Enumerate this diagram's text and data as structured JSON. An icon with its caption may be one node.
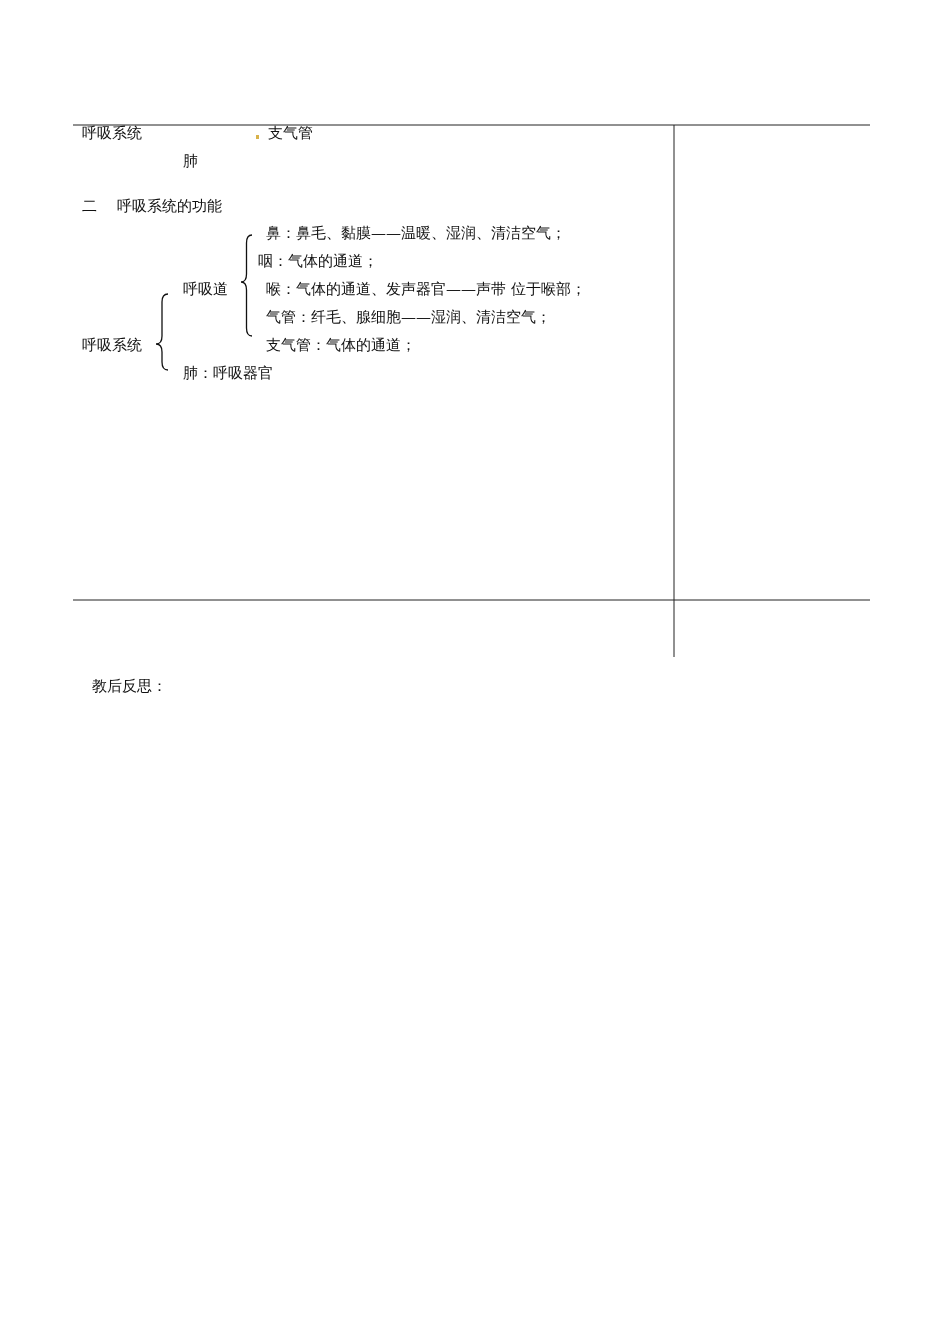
{
  "diagram": {
    "labels": [
      "呼吸系统",
      "支气管",
      "肺",
      "二",
      "呼吸系统的功能",
      "鼻：鼻毛、黏膜——温暖、湿润、清洁空气；",
      "咽：气体的通道；",
      "呼吸道",
      "喉：气体的通道、发声器官——声带 位于喉部；",
      "气管：纤毛、腺细胞——湿润、清洁空气；",
      "呼吸系统",
      "支气管：气体的通道；",
      "肺：呼吸器官",
      "教后反思："
    ]
  }
}
